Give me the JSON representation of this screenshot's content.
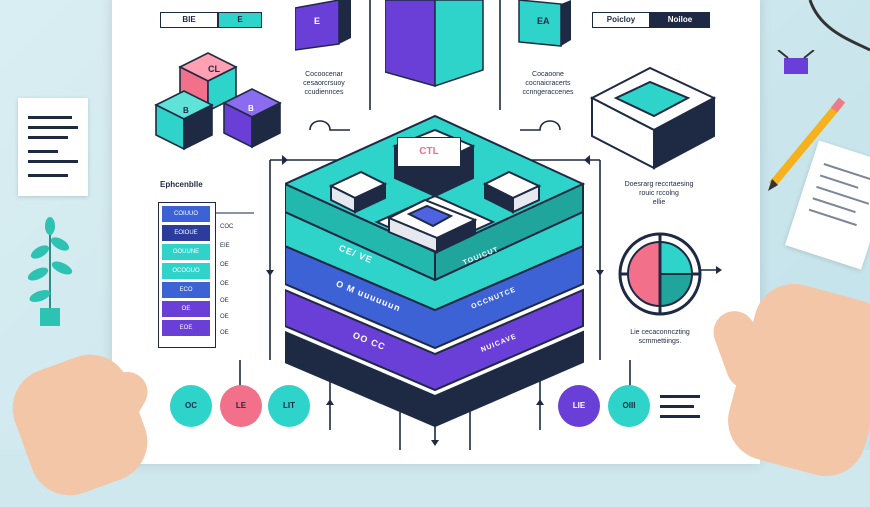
{
  "top_tags": {
    "left_a": "BIE",
    "left_b": "E",
    "right_a": "Poicloy",
    "right_b": "Noiloe"
  },
  "cube_labels": {
    "left_group_top": "CL",
    "left_group_left": "B",
    "left_group_right": "B",
    "top_small_left": "E",
    "top_small_right": "EA"
  },
  "captions": {
    "left_cube": "Cocoocenar\ncesaorcrsuoy\nccudiennces",
    "right_cube": "Cocaoone\ncocnaicracerts\nccnngeraccenes",
    "right_top": "Doesrarg reccrtaesing\nrouic rccolng\nellie",
    "right_bottom": "Lie cecaconnczting\nscmmettiings."
  },
  "main_stack": {
    "top_label": "CTL",
    "layer1": "CE/ VE",
    "layer1b": "TOUICUT",
    "layer2": "O M uuuuuun",
    "layer2b": "OCCNUTCE",
    "layer3": "OO CC",
    "layer3b": "NUICAVE"
  },
  "legend": {
    "title": "Ephcenblle",
    "rows": [
      {
        "cell": "COIUUO",
        "label": "COC"
      },
      {
        "cell": "EOIOUE",
        "label": "EIE"
      },
      {
        "cell": "OOUUNE",
        "label": "OE"
      },
      {
        "cell": "OCOOUO",
        "label": "OE"
      },
      {
        "cell": "ECO",
        "label": "OE"
      },
      {
        "cell": "OE",
        "label": "OE"
      },
      {
        "cell": "EOE",
        "label": "OE"
      }
    ]
  },
  "circles": [
    {
      "label": "OC",
      "color": "#2ed3c9"
    },
    {
      "label": "LE",
      "color": "#f2708a"
    },
    {
      "label": "LIT",
      "color": "#2ed3c9"
    },
    {
      "label": "LIE",
      "color": "#6a3fd8"
    },
    {
      "label": "OIII",
      "color": "#2ed3c9"
    }
  ],
  "colors": {
    "teal": "#2ed3c9",
    "purple": "#6a3fd8",
    "blue": "#3d62d6",
    "pink": "#f2708a",
    "navy": "#1e2a44"
  }
}
